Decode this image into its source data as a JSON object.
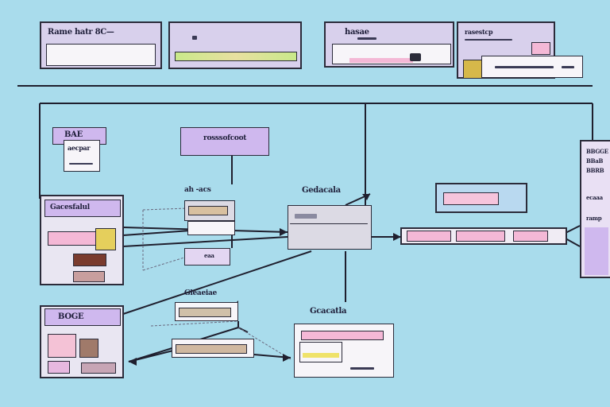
{
  "top_row": {
    "panel_1": {
      "title": "Rame hatr 8C—"
    },
    "panel_2": {
      "title": ""
    },
    "panel_3": {
      "title": "hasae"
    },
    "panel_4": {
      "title": "rasestcp"
    }
  },
  "left_stack": {
    "box_a": {
      "title": "BAE",
      "subtitle": "aecpar"
    },
    "box_b": {
      "title": "Gacesfalul"
    },
    "box_c": {
      "title": "BOGE"
    }
  },
  "center": {
    "header_box": {
      "title": "rosssofcoot"
    },
    "label_upper": "ah ‑acs",
    "label_mid": "Gedacala",
    "label_lower": "Gleaeiae",
    "label_bottom_right": "Gcacatla",
    "mid_box_caption": "eaa"
  },
  "right_panel": {
    "lines": [
      "BBGGE",
      "BBaB",
      "BBRB",
      "ecaaa",
      "ramp"
    ]
  },
  "colors": {
    "background": "#a9dcec",
    "panel": "#d8d0ec",
    "lavender": "#cfb8ee",
    "pink": "#f4b8d6",
    "accent_yellow": "#efe26a",
    "stroke": "#2b2b3a"
  }
}
